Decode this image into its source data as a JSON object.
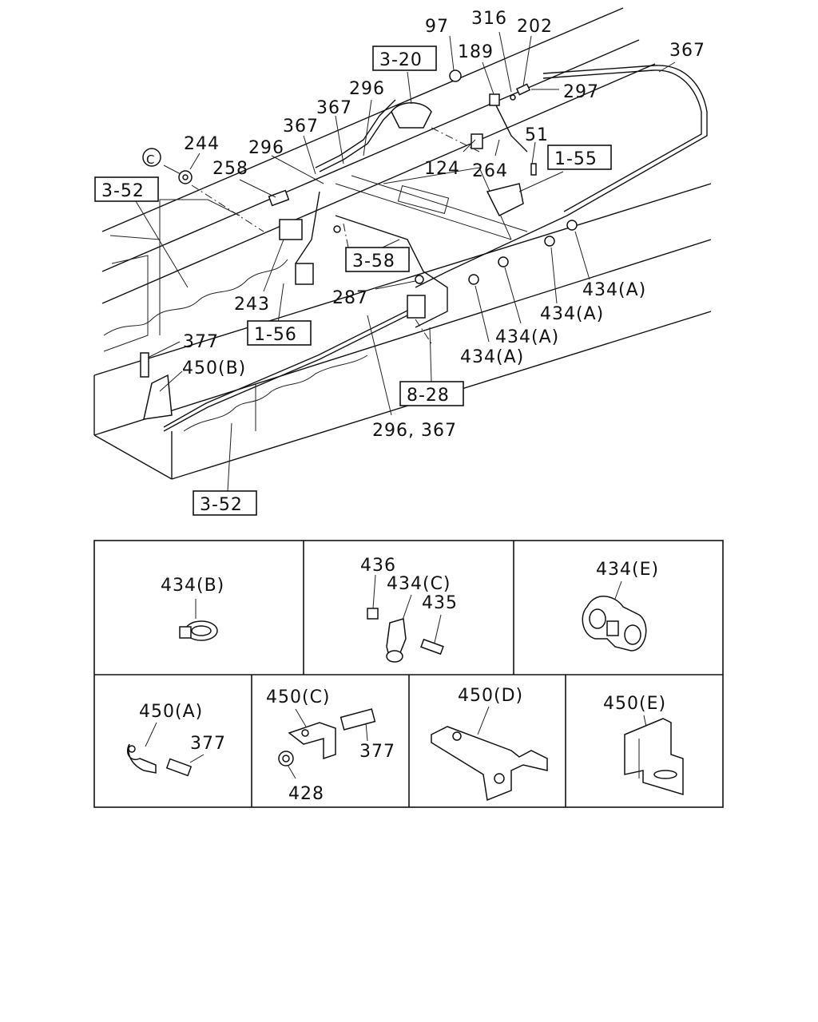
{
  "callouts": {
    "c97": "97",
    "c316": "316",
    "c202": "202",
    "c367a": "367",
    "c189": "189",
    "c297": "297",
    "c296a": "296",
    "c367b": "367",
    "c367c": "367",
    "c51": "51",
    "c244": "244",
    "c296b": "296",
    "c124": "124",
    "c264": "264",
    "c258": "258",
    "c243": "243",
    "c287": "287",
    "c377": "377",
    "c450b": "450(B)",
    "c434a1": "434(A)",
    "c434a2": "434(A)",
    "c434a3": "434(A)",
    "c434a4": "434(A)",
    "c296_367": "296, 367",
    "circle_c": "C"
  },
  "refs": {
    "r3_20": "3-20",
    "r3_52a": "3-52",
    "r1_55": "1-55",
    "r3_58": "3-58",
    "r1_56": "1-56",
    "r8_28": "8-28",
    "r3_52b": "3-52"
  },
  "detail_panels": [
    {
      "labels": [
        "434(B)"
      ]
    },
    {
      "labels": [
        "436",
        "434(C)",
        "435"
      ]
    },
    {
      "labels": [
        "434(E)"
      ]
    },
    {
      "labels": [
        "450(A)",
        "377"
      ]
    },
    {
      "labels": [
        "450(C)",
        "377",
        "428"
      ]
    },
    {
      "labels": [
        "450(D)"
      ]
    },
    {
      "labels": [
        "450(E)"
      ]
    }
  ]
}
